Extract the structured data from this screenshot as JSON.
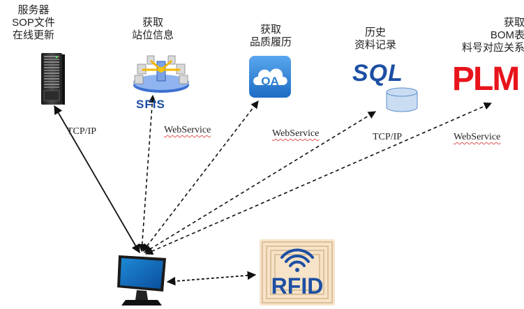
{
  "nodes": {
    "server": {
      "label_lines": [
        "服务器",
        "SOP文件",
        "在线更新"
      ],
      "icon": "server-tower-icon"
    },
    "sfis": {
      "label_lines": [
        "获取",
        "站位信息"
      ],
      "logo_text": "SFIS",
      "icon": "network-hub-icon"
    },
    "oa": {
      "label_lines": [
        "获取",
        "品质履历"
      ],
      "logo_text": "OA",
      "icon": "cloud-icon"
    },
    "sql": {
      "label_lines": [
        "历史",
        "资料记录"
      ],
      "logo_text": "SQL",
      "icon": "database-icon"
    },
    "plm": {
      "label_lines": [
        "获取",
        "BOM表",
        "料号对应关系"
      ],
      "logo_text": "PLM"
    },
    "computer": {
      "icon": "monitor-icon"
    },
    "rfid": {
      "logo_text": "RFID",
      "icon": "rfid-tag-icon"
    }
  },
  "connections": [
    {
      "protocol": "TCP/IP",
      "from": "computer",
      "to": "server",
      "style": "solid"
    },
    {
      "protocol": "WebService",
      "from": "computer",
      "to": "sfis",
      "style": "dashed"
    },
    {
      "protocol": "WebService",
      "from": "computer",
      "to": "oa",
      "style": "dashed"
    },
    {
      "protocol": "TCP/IP",
      "from": "computer",
      "to": "sql",
      "style": "dashed"
    },
    {
      "protocol": "WebService",
      "from": "computer",
      "to": "plm",
      "style": "dashed"
    },
    {
      "protocol": "",
      "from": "computer",
      "to": "rfid",
      "style": "dashed"
    }
  ],
  "colors": {
    "plm_red": "#e8141c",
    "sql_blue": "#1d4fa3",
    "oa_blue": "#2a7fd0",
    "line": "#111111"
  }
}
